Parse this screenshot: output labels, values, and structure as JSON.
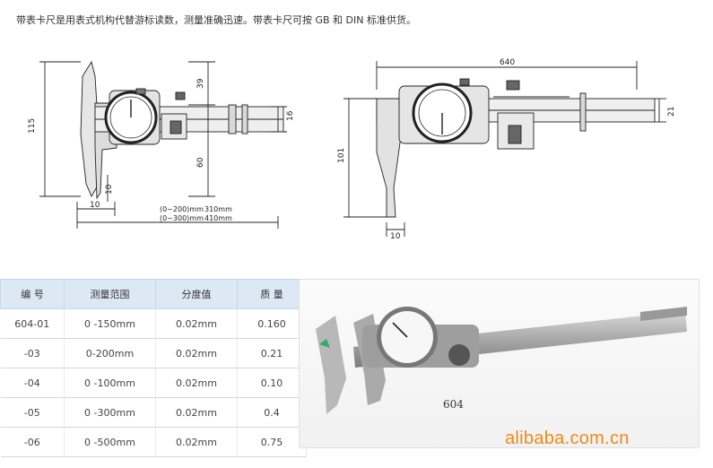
{
  "intro": "带表卡尺是用表式机构代替游标读数，测量准确迅速。带表卡尺可按 GB 和 DIN 标准供货。",
  "drawing_left": {
    "dims": {
      "height_total": "115",
      "top": "39",
      "bottom": "60",
      "jaw_width": "10",
      "jaw_depth": "10",
      "beam": "16"
    },
    "range_lines": [
      {
        "range": "(0~200)mm",
        "length": "310mm"
      },
      {
        "range": "(0~300)mm",
        "length": "410mm"
      }
    ]
  },
  "drawing_right": {
    "dims": {
      "length": "640",
      "height": "101",
      "beam": "21",
      "jaw_width": "10"
    }
  },
  "table": {
    "headers": [
      "编 号",
      "测量范围",
      "分度值",
      "质 量"
    ],
    "rows": [
      [
        "604-01",
        "0 -150mm",
        "0.02mm",
        "0.160"
      ],
      [
        "-03",
        "0-200mm",
        "0.02mm",
        "0.21"
      ],
      [
        "-04",
        "0 -100mm",
        "0.02mm",
        "0.10"
      ],
      [
        "-05",
        "0 -300mm",
        "0.02mm",
        "0.4"
      ],
      [
        "-06",
        "0 -500mm",
        "0.02mm",
        "0.75"
      ]
    ]
  },
  "photo": {
    "label": "604"
  },
  "watermark": "alibaba.com.cn"
}
